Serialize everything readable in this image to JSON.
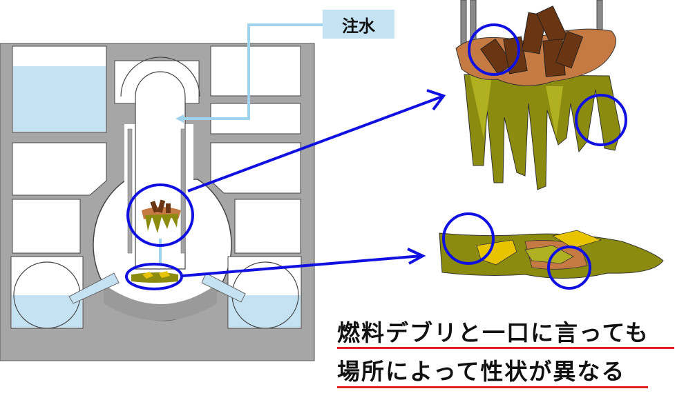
{
  "water_injection_label": "注水",
  "caption": {
    "line1": "燃料デブリと一口に言っても",
    "line2": "場所によって性状が異なる"
  },
  "colors": {
    "building_gray": "#a6a6a6",
    "water_blue": "#c4e2f2",
    "pipe_blue": "#9fd3ee",
    "highlight_blue": "#1010e0",
    "underline_red": "#e0201a",
    "debris_olive": "#8b8b0f",
    "debris_brown": "#c47a42",
    "fuel_dark_brown": "#6a3512",
    "debris_yellow": "#e8c400"
  }
}
